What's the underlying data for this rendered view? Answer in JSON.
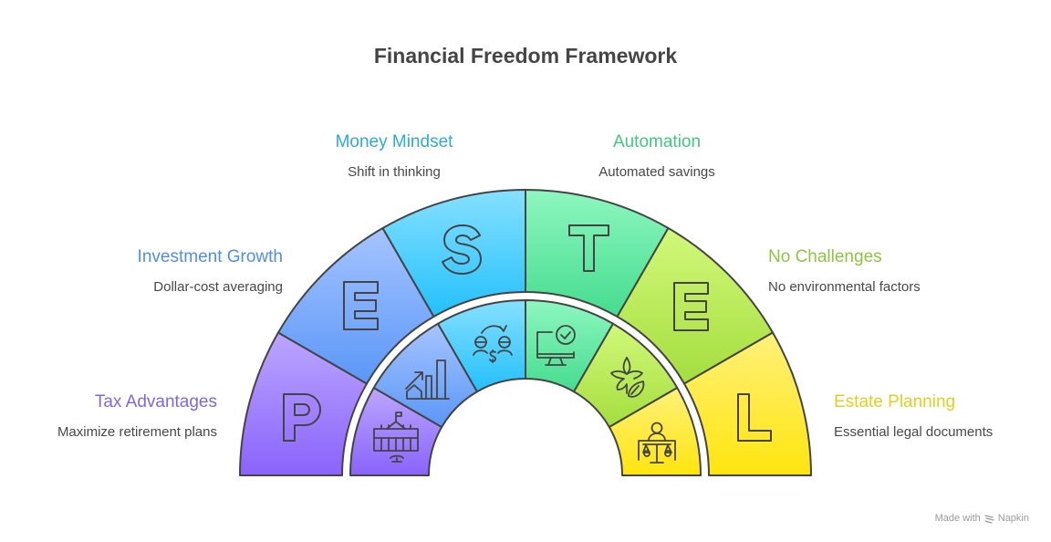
{
  "title": "Financial Freedom Framework",
  "segments": [
    {
      "letter": "P",
      "heading": "Tax Advantages",
      "description": "Maximize retirement plans",
      "icon": "government-building-icon",
      "color": "#7b68ee",
      "grad_top": "#bba6ff",
      "grad_bottom": "#8a63fb"
    },
    {
      "letter": "E",
      "heading": "Investment Growth",
      "description": "Dollar-cost averaging",
      "icon": "house-growth-chart-icon",
      "color": "#4f8ef0",
      "grad_top": "#a6c4ff",
      "grad_bottom": "#5a97f7"
    },
    {
      "letter": "S",
      "heading": "Money Mindset",
      "description": "Shift in thinking",
      "icon": "people-money-exchange-icon",
      "color": "#2aabdc",
      "grad_top": "#86e0ff",
      "grad_bottom": "#23c0fb"
    },
    {
      "letter": "T",
      "heading": "Automation",
      "description": "Automated savings",
      "icon": "computer-checkmark-icon",
      "color": "#3ec97e",
      "grad_top": "#8ef7c0",
      "grad_bottom": "#45dc8e"
    },
    {
      "letter": "E",
      "heading": "No Challenges",
      "description": "No environmental factors",
      "icon": "leaf-plant-icon",
      "color": "#8dc63f",
      "grad_top": "#d2f87a",
      "grad_bottom": "#a4de3e"
    },
    {
      "letter": "L",
      "heading": "Estate Planning",
      "description": "Essential legal documents",
      "icon": "legal-scales-person-icon",
      "color": "#e3cf22",
      "grad_top": "#fff17a",
      "grad_bottom": "#ffe50e"
    }
  ],
  "footer": {
    "made_with": "Made with",
    "brand": "Napkin"
  }
}
